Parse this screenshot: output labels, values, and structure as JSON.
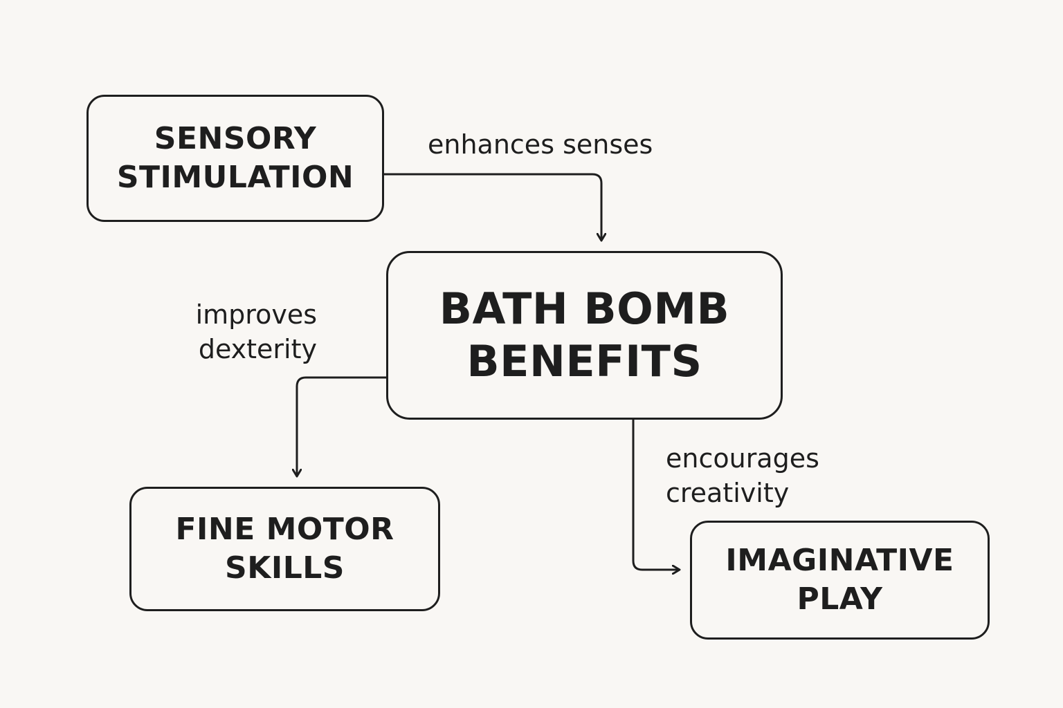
{
  "diagram": {
    "center": {
      "line1": "BATH BOMB",
      "line2": "BENEFITS"
    },
    "nodes": {
      "sensory": {
        "line1": "SENSORY",
        "line2": "STIMULATION"
      },
      "fine_motor": {
        "line1": "FINE MOTOR",
        "line2": "SKILLS"
      },
      "imaginative": {
        "line1": "IMAGINATIVE",
        "line2": "PLAY"
      }
    },
    "edges": {
      "sensory_to_center": {
        "line1": "enhances senses"
      },
      "center_to_fine_motor": {
        "line1": "improves",
        "line2": "dexterity"
      },
      "center_to_imaginative": {
        "line1": "encourages",
        "line2": "creativity"
      }
    }
  },
  "colors": {
    "background": "#f9f7f4",
    "stroke": "#1e1e1e",
    "text": "#1e1e1e"
  }
}
